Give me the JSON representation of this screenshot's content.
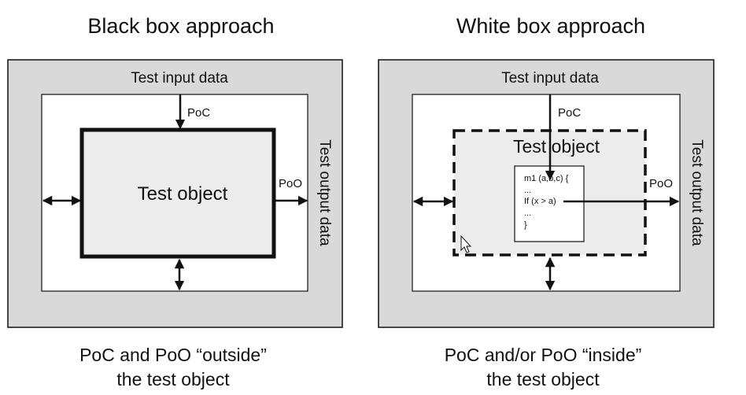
{
  "left": {
    "title": "Black box approach",
    "input_label": "Test input data",
    "output_label": "Test output data",
    "poc_label": "PoC",
    "poo_label": "PoO",
    "object_label": "Test object",
    "caption_line1": "PoC and PoO “outside”",
    "caption_line2": "the test object"
  },
  "right": {
    "title": "White box approach",
    "input_label": "Test input data",
    "output_label": "Test output data",
    "poc_label": "PoC",
    "poo_label": "PoO",
    "object_label": "Test object",
    "code_lines": [
      "m1 (a,b,c) {",
      "...",
      "If (x > a)",
      "...",
      "}"
    ],
    "caption_line1": "PoC and/or PoO “inside”",
    "caption_line2": "the test object"
  },
  "colors": {
    "outer_fill": "#d9d9d9",
    "object_fill": "#ececec",
    "stroke": "#111111"
  }
}
